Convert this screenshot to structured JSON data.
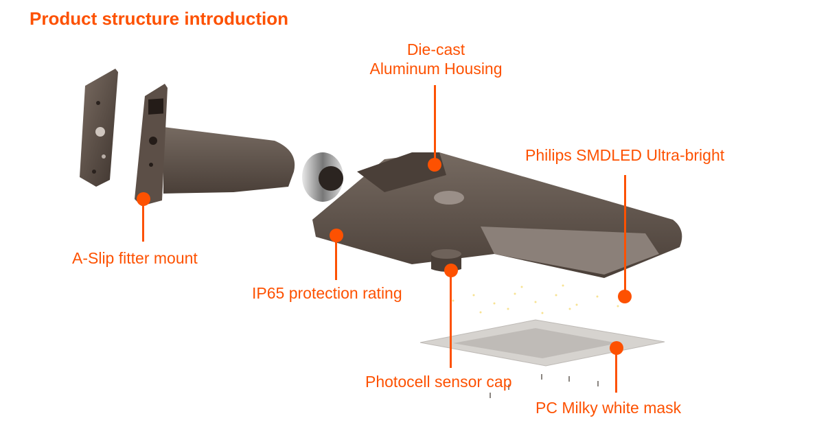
{
  "title": "Product structure introduction",
  "colors": {
    "accent": "#fd5101",
    "housing": "#5e5148"
  },
  "callouts": [
    {
      "id": "housing",
      "text_lines": [
        "Die-cast",
        "Aluminum Housing"
      ]
    },
    {
      "id": "led",
      "text": "Philips SMDLED Ultra-bright"
    },
    {
      "id": "mount",
      "text": "A-Slip fitter mount"
    },
    {
      "id": "ip65",
      "text": "IP65 protection rating"
    },
    {
      "id": "photocell",
      "text": "Photocell sensor cap"
    },
    {
      "id": "mask",
      "text": "PC Milky white mask"
    }
  ]
}
